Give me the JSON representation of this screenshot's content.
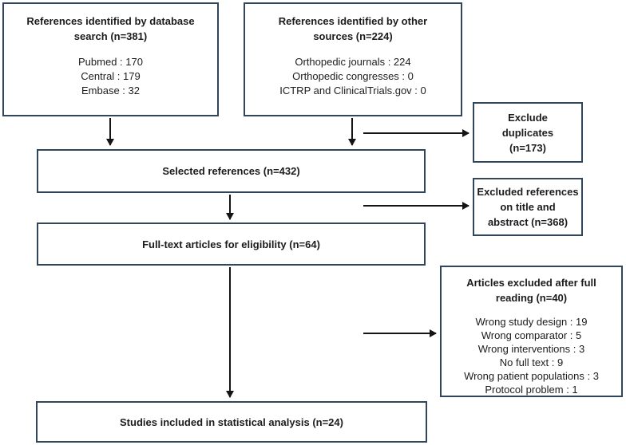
{
  "diagram": {
    "type": "prisma-flowchart",
    "colors": {
      "box_border": "#31465a",
      "arrow": "#141414",
      "text": "#1c1c1c",
      "background": "#ffffff"
    },
    "boxes": {
      "db_search": {
        "title_lines": [
          "References identified by database",
          "search (n=381)"
        ],
        "lines": [
          "Pubmed : 170",
          "Central : 179",
          "Embase : 32"
        ]
      },
      "other_sources": {
        "title_lines": [
          "References identified by other",
          "sources (n=224)"
        ],
        "lines": [
          "Orthopedic journals : 224",
          "Orthopedic congresses : 0",
          "ICTRP and ClinicalTrials.gov : 0"
        ]
      },
      "exclude_duplicates": {
        "title_lines": [
          "Exclude",
          "duplicates",
          "(n=173)"
        ]
      },
      "selected_references": {
        "title": "Selected references (n=432)"
      },
      "excluded_title_abstract": {
        "title_lines": [
          "Excluded references",
          "on title and",
          "abstract (n=368)"
        ]
      },
      "full_text": {
        "title": "Full-text articles for eligibility (n=64)"
      },
      "excluded_full_reading": {
        "title_lines": [
          "Articles excluded after full",
          "reading (n=40)"
        ],
        "lines": [
          "Wrong study design : 19",
          "Wrong comparator : 5",
          "Wrong interventions : 3",
          "No full text : 9",
          "Wrong patient populations : 3",
          "Protocol problem : 1"
        ]
      },
      "included": {
        "title": "Studies included in statistical analysis  (n=24)"
      }
    }
  }
}
